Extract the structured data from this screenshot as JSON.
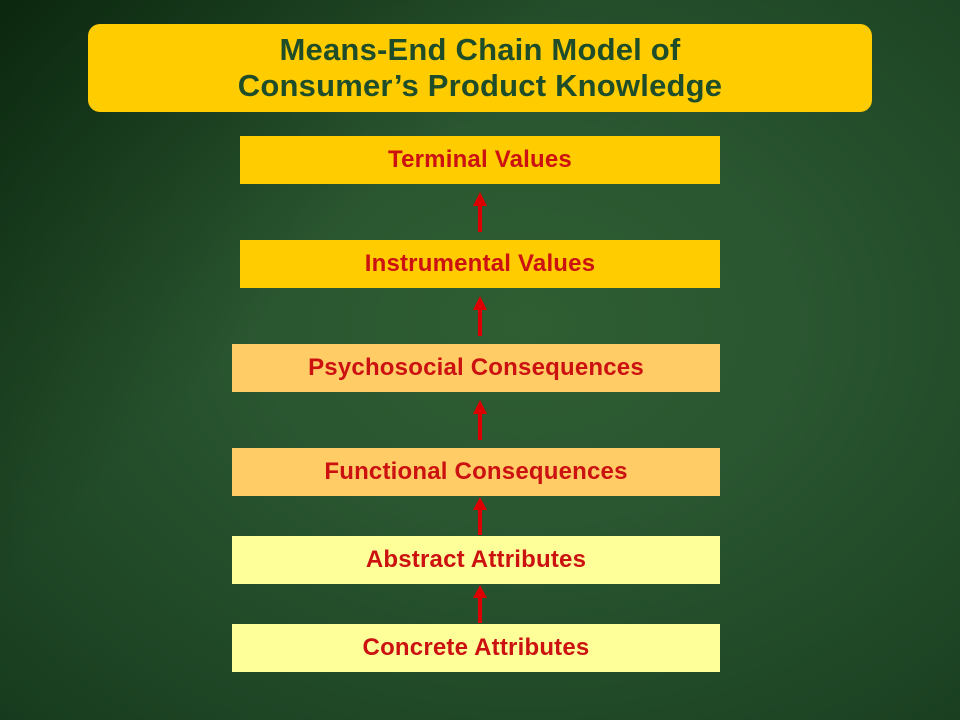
{
  "title": {
    "line1": "Means-End Chain Model of",
    "line2": "Consumer’s Product Knowledge"
  },
  "levels": [
    {
      "label": "Terminal Values"
    },
    {
      "label": "Instrumental Values"
    },
    {
      "label": "Psychosocial Consequences"
    },
    {
      "label": "Functional Consequences"
    },
    {
      "label": "Abstract Attributes"
    },
    {
      "label": "Concrete Attributes"
    }
  ],
  "colors": {
    "background": "#2a5630",
    "title_banner": "#ffcc00",
    "title_text": "#1f4d2a",
    "values_box": "#ffcc00",
    "consequences_box": "#ffcc66",
    "attributes_box": "#ffff99",
    "label_text": "#cc1111",
    "arrow": "#dd0000"
  },
  "icons": {
    "connector": "arrow-up-icon"
  }
}
